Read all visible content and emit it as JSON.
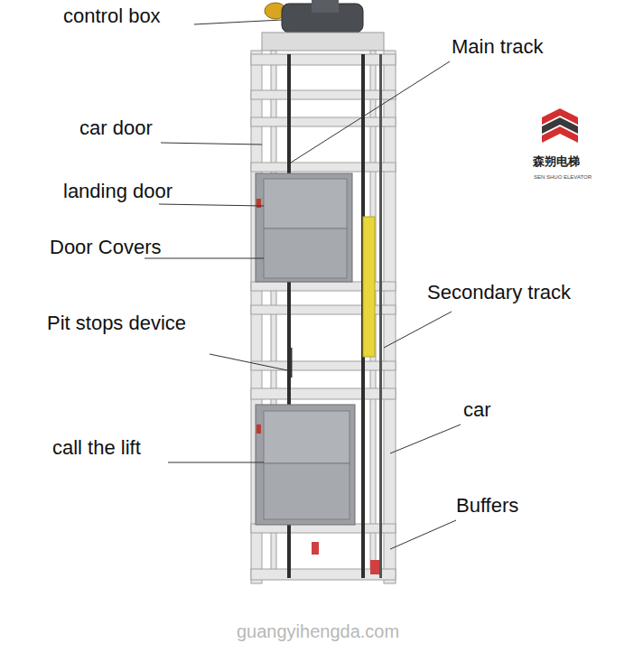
{
  "diagram": {
    "labels": [
      "control box",
      "Main track",
      "car door",
      "landing door",
      "Door Covers",
      "Pit stops device",
      "Secondary track",
      "car",
      "call the lift",
      "Buffers",
      "森朔电梯",
      "SEN SHUO ELEVATOR",
      "guangyihengda.com"
    ]
  }
}
